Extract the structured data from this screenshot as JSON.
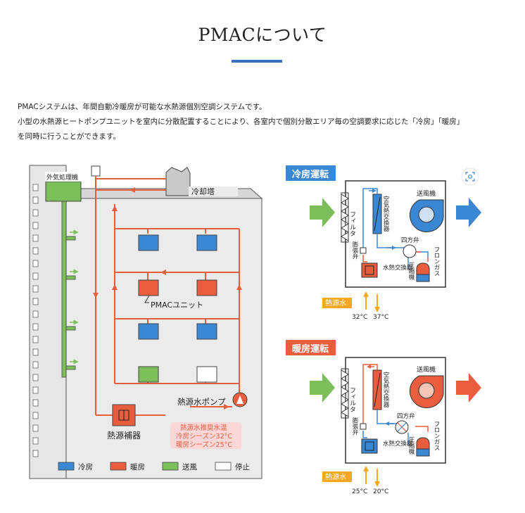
{
  "page": {
    "title": "PMACについて",
    "intro": [
      "PMACシステムは、年間自動冷暖房が可能な水熱源個別空調システムです。",
      "小型の水熱源ヒートポンプユニットを室内に分散配置することにより、各室内で個別分散エリア毎の空調要求に応じた「冷房」「暖房」",
      "を同時に行うことができます。"
    ]
  },
  "building": {
    "outdoor_unit": "外気処理機",
    "cooling_tower": "冷却塔",
    "pmac_unit": "PMACユニット",
    "pump": "熱源水ポンプ",
    "aux_heater": "熱源補器",
    "temp_note": [
      "熱源水推奨水温",
      "冷房シーズン32°C",
      "暖房シーズン25°C"
    ]
  },
  "legend": [
    {
      "label": "冷房",
      "color": "#3a87d4"
    },
    {
      "label": "暖房",
      "color": "#e95d3f"
    },
    {
      "label": "送風",
      "color": "#7cbf5a"
    },
    {
      "label": "停止",
      "color": "#ffffff"
    }
  ],
  "cooling": {
    "heading": "冷房運転",
    "filter": "フィルタ",
    "air_hx": "空気熱交換器",
    "fan": "送風機",
    "four_way": "四方弁",
    "expansion": "膨張弁",
    "water_hx": "水熱交換器",
    "compressor": "圧縮機",
    "refrigerant": "フロンガス",
    "water_label": "熱源水",
    "temp_in": "32°C",
    "temp_out": "37°C"
  },
  "heating": {
    "heading": "暖房運転",
    "filter": "フィルタ",
    "air_hx": "空気熱交換器",
    "fan": "送風機",
    "four_way": "四方弁",
    "expansion": "膨張弁",
    "water_hx": "水熱交換器",
    "compressor": "圧縮機",
    "refrigerant": "フロンガス",
    "water_label": "熱源水",
    "temp_in": "25°C",
    "temp_out": "20°C"
  },
  "colors": {
    "accent": "#3a6fc0",
    "cooling": "#3a87d4",
    "heating": "#e95d3f",
    "fan": "#7cbf5a",
    "pipe": "#e95d3f",
    "water_label_bg": "#f5a623",
    "note_bg": "#fbd7d7",
    "heading_cool_bg": "#3a87d4",
    "heading_heat_bg": "#e95d3f"
  },
  "icons": {
    "zoom": "zoom-icon"
  }
}
